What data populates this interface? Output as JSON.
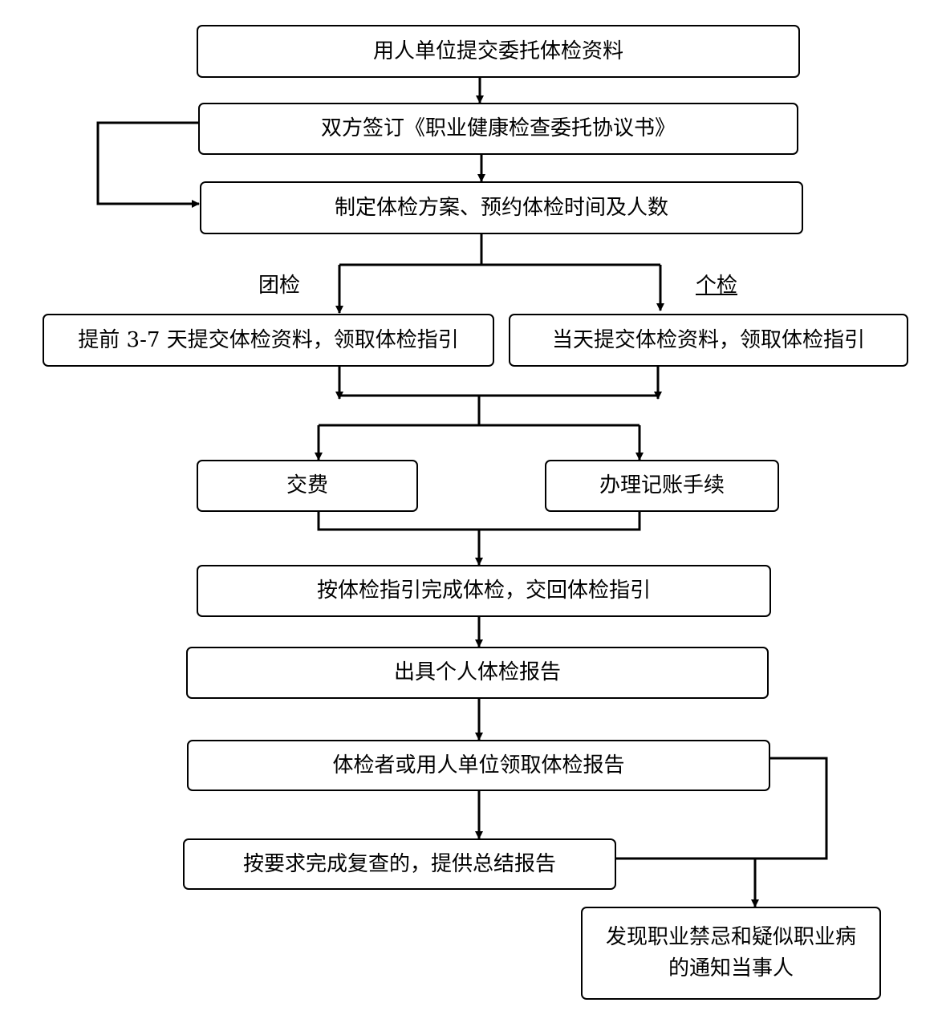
{
  "nodes": {
    "submit_materials": "用人单位提交委托体检资料",
    "sign_agreement": "双方签订《职业健康检查委托协议书》",
    "make_plan": "制定体检方案、预约体检时间及人数",
    "group_submit": "提前 3-7 天提交体检资料，领取体检指引",
    "individual_submit": "当天提交体检资料，领取体检指引",
    "pay_fee": "交费",
    "charge_account": "办理记账手续",
    "complete_exam": "按体检指引完成体检，交回体检指引",
    "issue_report": "出具个人体检报告",
    "collect_report": "体检者或用人单位领取体检报告",
    "recheck_summary": "按要求完成复查的，提供总结报告",
    "notify_party": "发现职业禁忌和疑似职业病的通知当事人"
  },
  "branch_labels": {
    "group": "团检",
    "individual": "个检"
  }
}
